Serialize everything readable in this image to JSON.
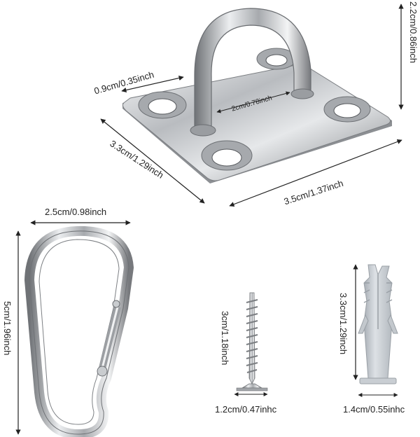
{
  "labels": {
    "bolt_width": "0.9cm/0.35inch",
    "eye_height": "2.2cm/0.86inch",
    "eye_inner": "2cm/0.78inch",
    "plate_depth": "3.3cm/1.29inch",
    "plate_width": "3.5cm/1.37inch",
    "hook_width": "2.5cm/0.98inch",
    "hook_length": "5cm/1.96inch",
    "screw_length": "3cm/1.18inch",
    "screw_head": "1.2cm/0.47inhc",
    "anchor_length": "3.3cm/1.29inch",
    "anchor_width": "1.4cm/0.55inhc"
  },
  "colors": {
    "metal_dark": "#8a8d90",
    "metal_light": "#f1f2f3",
    "anchor": "#c5cad0",
    "arrow": "#222222"
  }
}
